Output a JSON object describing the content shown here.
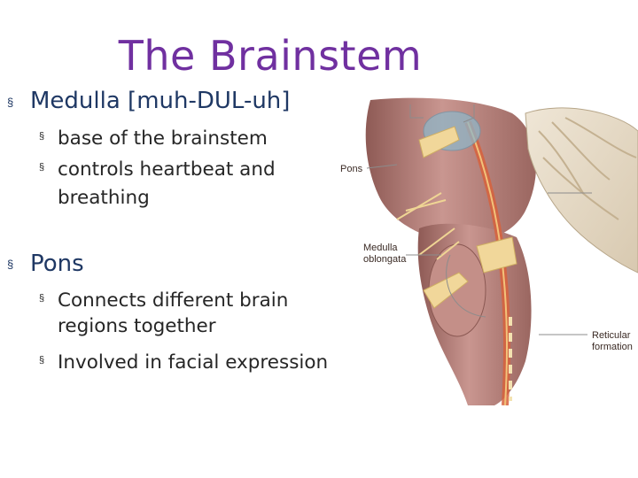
{
  "title": "The Brainstem",
  "bullet_marker": "§",
  "sections": [
    {
      "heading": "Medulla [muh-DUL-uh]",
      "items": [
        {
          "lines": [
            "base of the brainstem"
          ]
        },
        {
          "lines": [
            "controls heartbeat and",
            "breathing"
          ]
        }
      ]
    },
    {
      "heading": "Pons",
      "items": [
        {
          "lines": [
            "Connects different brain",
            "regions together"
          ]
        },
        {
          "lines": [
            "Involved in facial expression"
          ]
        }
      ]
    }
  ],
  "figure": {
    "labels": {
      "pons": "Pons",
      "medulla_1": "Medulla",
      "medulla_2": "oblongata",
      "reticular_1": "Reticular",
      "reticular_2": "formation"
    }
  },
  "colors": {
    "title": "#7030a0",
    "heading": "#1f3864",
    "tissue": "#b9837c",
    "nerve": "#f1d79a"
  }
}
